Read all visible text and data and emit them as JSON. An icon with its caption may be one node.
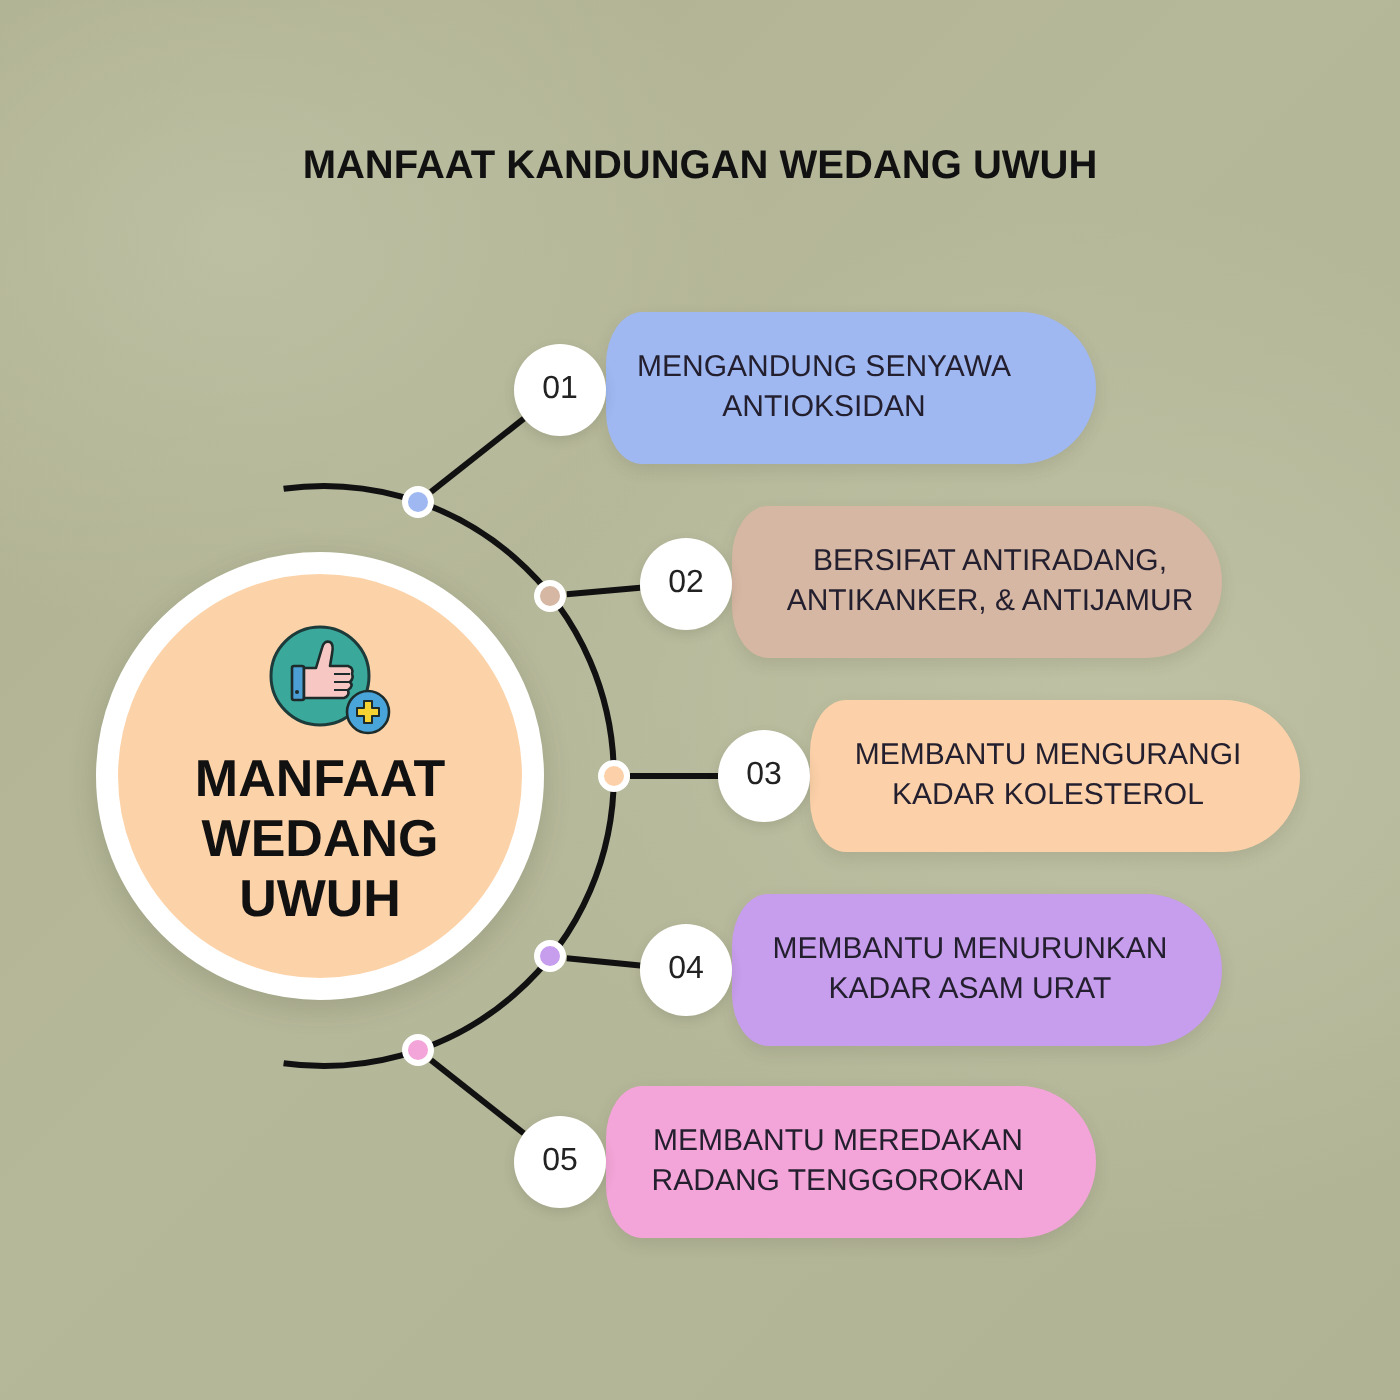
{
  "diagram": {
    "title": "MANFAAT KANDUNGAN WEDANG UWUH",
    "nodes": [
      {
        "text": [
          "MANFAAT WEDANG UWUH"
        ]
      },
      {
        "text": [],
        "shape": "circle"
      },
      {
        "text": [
          "01"
        ]
      },
      {
        "text": [
          "MENGANDUNG SENYAWA ANTIOKSIDAN"
        ]
      },
      {
        "text": [],
        "shape": "circle"
      },
      {
        "text": [
          "02"
        ]
      },
      {
        "text": [
          "BERSIFAT ANTIRADANG, ANTIKANKER, & ANTIJAMUR"
        ]
      },
      {
        "text": [],
        "shape": "circle"
      },
      {
        "text": [
          "03"
        ]
      },
      {
        "text": [
          "MEMBANTU MENGURANGI KADAR KOLESTEROL"
        ]
      },
      {
        "text": [],
        "shape": "circle"
      },
      {
        "text": [
          "04"
        ]
      },
      {
        "text": [
          "MEMBANTU MENURUNKAN KADAR ASAM URAT"
        ]
      },
      {
        "text": [],
        "shape": "circle"
      },
      {
        "text": [
          "05"
        ]
      },
      {
        "text": [
          "MEMBANTU MEREDAKAN RADANG TENGGOROKAN"
        ]
      }
    ],
    "edges": [
      {
        "from": 1,
        "to": 2,
        "arrow": "none"
      },
      {
        "from": 4,
        "to": 5,
        "arrow": "none"
      },
      {
        "from": 7,
        "to": 8,
        "arrow": "none"
      },
      {
        "from": 10,
        "to": 11,
        "arrow": "none"
      },
      {
        "from": 13,
        "to": 14,
        "arrow": "none"
      }
    ]
  }
}
